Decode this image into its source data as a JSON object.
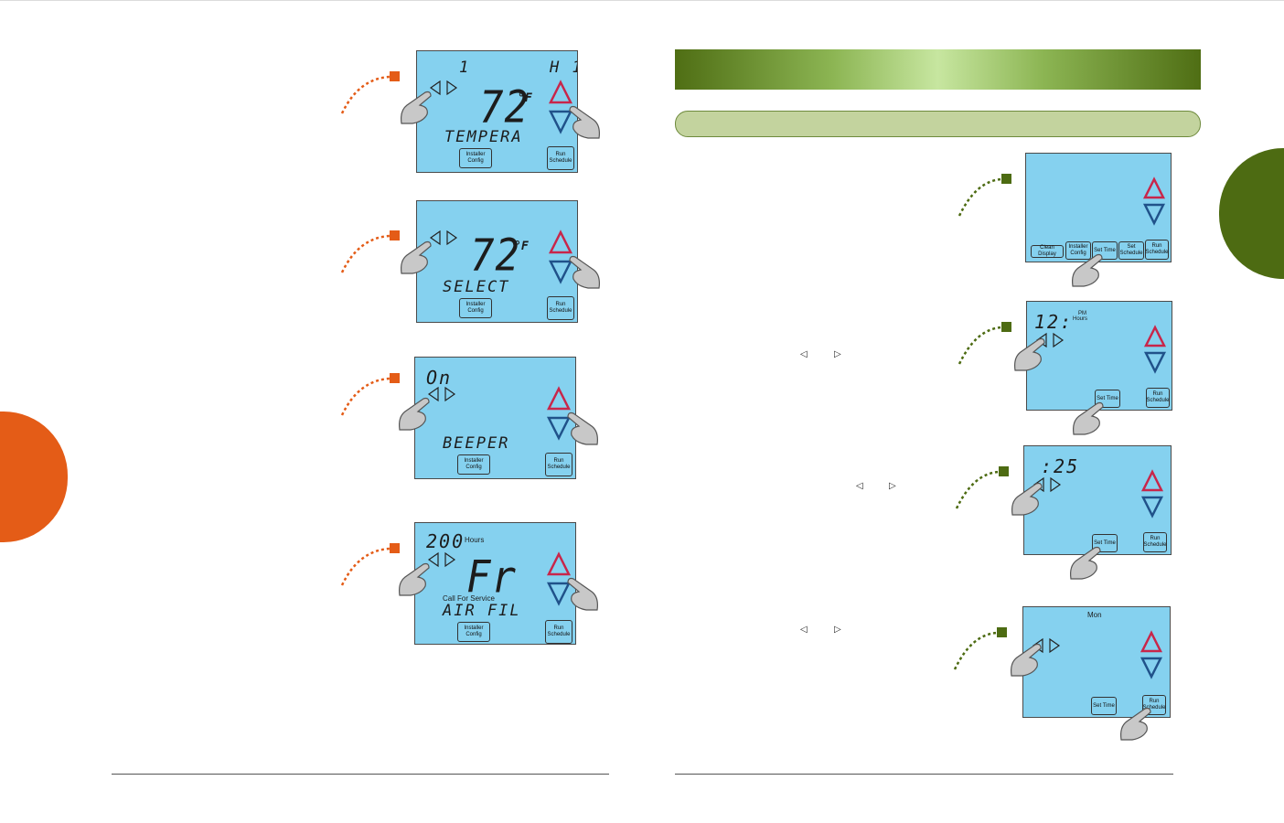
{
  "left_panels": [
    {
      "top_left": "1",
      "top_right": "H 1",
      "main": "72",
      "unit": "°F",
      "word": "TEMPERA",
      "button": "Installer Config",
      "sched": "Run Schedule"
    },
    {
      "top_left": "",
      "top_right": "",
      "main": "72",
      "unit": "°F",
      "word": "SELECT",
      "button": "Installer Config",
      "sched": "Run Schedule"
    },
    {
      "top_left": "On",
      "top_right": "",
      "main": "",
      "unit": "",
      "word": "BEEPER",
      "button": "Installer Config",
      "sched": "Run Schedule"
    },
    {
      "top_left": "200",
      "hours": "Hours",
      "main": "Fr",
      "service": "Call For Service",
      "word": "AIR FIL",
      "button": "Installer Config",
      "sched": "Run Schedule"
    }
  ],
  "right_panels": [
    {
      "buttons": [
        "Clean Display",
        "Installer Config",
        "Set Time",
        "Set Schedule"
      ],
      "sched": "Run Schedule"
    },
    {
      "readout": "12:",
      "pm": "PM",
      "hours": "Hours",
      "button": "Set Time",
      "sched": "Run Schedule"
    },
    {
      "readout": ":25",
      "button": "Set Time",
      "sched": "Run Schedule"
    },
    {
      "day": "Mon",
      "button": "Set Time",
      "sched": "Run Schedule"
    }
  ],
  "inline_arrows": {
    "left": "◁",
    "right": "▷"
  },
  "colors": {
    "orange": "#e45c17",
    "green": "#4d6b12",
    "lcd": "#85d1ef",
    "up": "#c8264a",
    "down": "#20528a"
  }
}
